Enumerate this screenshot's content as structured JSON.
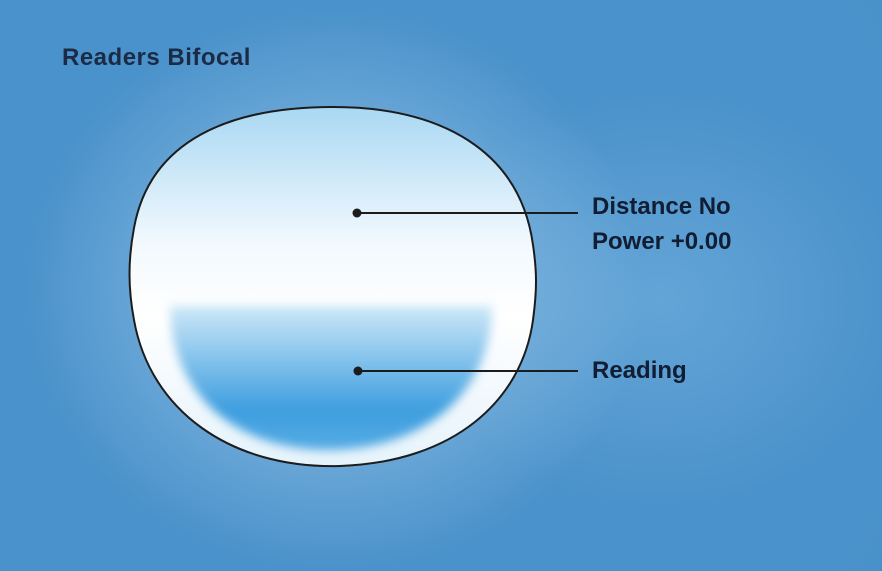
{
  "diagram": {
    "title": "Readers Bifocal",
    "callouts": [
      {
        "id": "distance",
        "lines": [
          "Distance No",
          "Power +0.00"
        ]
      },
      {
        "id": "reading",
        "lines": [
          "Reading"
        ]
      }
    ]
  },
  "colors": {
    "background": "#4a92cb",
    "glow": "#cde8fa",
    "outline": "#1c1c1c",
    "text": "#101d33",
    "lens_top": "#a9d8f3",
    "lens_mid": "#f2f9fe",
    "lens_white": "#ffffff",
    "lens_bottom": "#e6f3fb",
    "segment_light": "#cde8f8",
    "segment_dark": "#3e9edf",
    "segment_glow": "#55abe3"
  }
}
